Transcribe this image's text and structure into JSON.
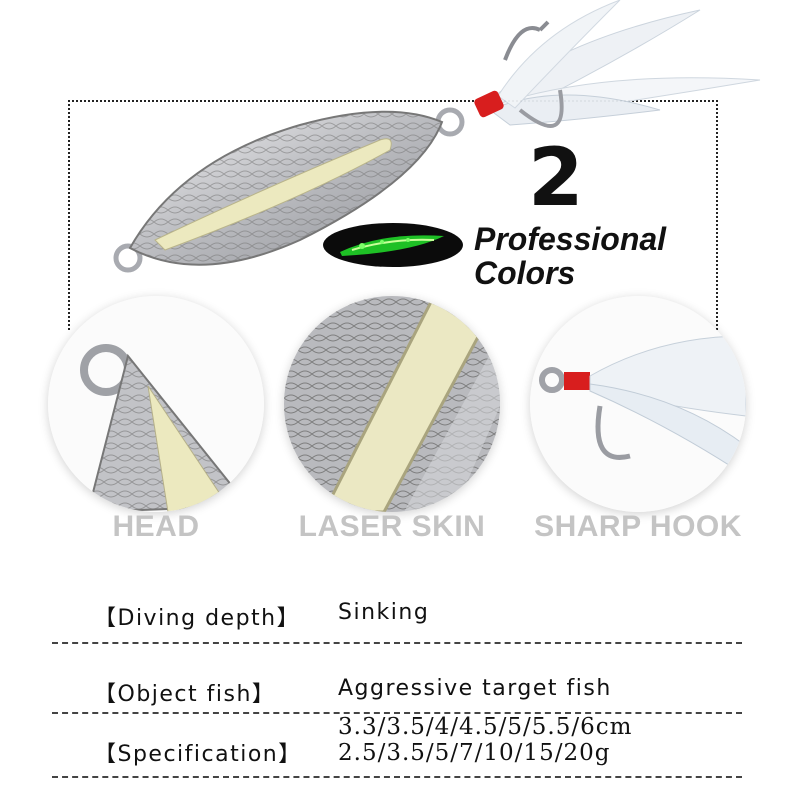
{
  "hero": {
    "number": "2",
    "line1": "Professional",
    "line2": "Colors",
    "glow_colors": {
      "metal": "#c8c8cc",
      "body": "#ece9bf",
      "glow": "#22e12a",
      "feather": "#f2f4f7",
      "wrap": "#d81e1e"
    }
  },
  "features": [
    {
      "label": "HEAD",
      "icon": "lure-head-closeup"
    },
    {
      "label": "LASER SKIN",
      "icon": "laser-skin-closeup"
    },
    {
      "label": "SHARP HOOK",
      "icon": "feather-hook-closeup"
    }
  ],
  "specs": [
    {
      "label": "【Diving depth】",
      "values": [
        "Sinking"
      ]
    },
    {
      "label": "【Object fish】",
      "values": [
        "Aggressive target fish"
      ]
    },
    {
      "label": "【Specification】",
      "values": [
        "3.3/3.5/4/4.5/5/5.5/6cm",
        "2.5/3.5/5/7/10/15/20g"
      ]
    }
  ]
}
